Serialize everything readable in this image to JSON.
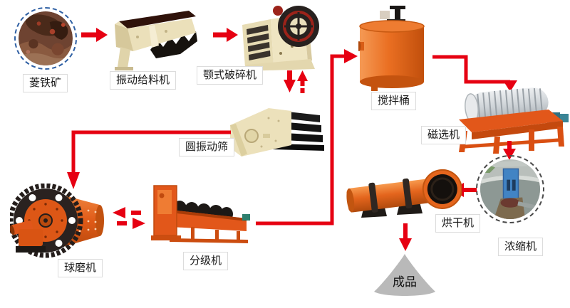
{
  "diagram": {
    "type": "process-flow-diagram",
    "subject": "siderite ore beneficiation line",
    "nodes": [
      {
        "id": "ore",
        "label": "菱铁矿"
      },
      {
        "id": "feeder",
        "label": "振动给料机"
      },
      {
        "id": "jaw_crusher",
        "label": "颚式破碎机"
      },
      {
        "id": "screen",
        "label": "圆振动筛"
      },
      {
        "id": "mixer",
        "label": "搅拌桶"
      },
      {
        "id": "magnetic_separator",
        "label": "磁选机"
      },
      {
        "id": "thickener",
        "label": "浓缩机"
      },
      {
        "id": "dryer",
        "label": "烘干机"
      },
      {
        "id": "ball_mill",
        "label": "球磨机"
      },
      {
        "id": "classifier",
        "label": "分级机"
      },
      {
        "id": "product",
        "label": "成品"
      }
    ],
    "edges": [
      {
        "from": "ore",
        "to": "feeder",
        "style": "solid-right"
      },
      {
        "from": "feeder",
        "to": "jaw_crusher",
        "style": "solid-right"
      },
      {
        "from": "jaw_crusher",
        "to": "screen",
        "style": "double-vertical-down"
      },
      {
        "from": "screen",
        "to": "jaw_crusher",
        "style": "double-vertical-up-dashed"
      },
      {
        "from": "screen",
        "to": "ball_mill",
        "style": "elbow-left-down"
      },
      {
        "from": "ball_mill",
        "to": "classifier",
        "style": "dashed-right"
      },
      {
        "from": "classifier",
        "to": "ball_mill",
        "style": "dashed-left"
      },
      {
        "from": "classifier",
        "to": "mixer",
        "style": "elbow-right-up"
      },
      {
        "from": "mixer",
        "to": "magnetic_separator",
        "style": "step-right-down"
      },
      {
        "from": "magnetic_separator",
        "to": "thickener",
        "style": "solid-down"
      },
      {
        "from": "thickener",
        "to": "dryer",
        "style": "solid-left"
      },
      {
        "from": "dryer",
        "to": "product",
        "style": "solid-down"
      }
    ],
    "colors": {
      "arrow_red": "#e60012",
      "machine_orange": "#e2571a",
      "machine_cream": "#ece1bb",
      "ore_ring_blue": "#2e5fa3",
      "thickener_ring_gray": "#4a4a4a",
      "label_border": "#dcdcdc",
      "label_text": "#1a1a1a",
      "product_gray": "#b9b9b9",
      "drum_silver": "#cfd4d8",
      "motor_teal": "#2e6f80"
    }
  }
}
